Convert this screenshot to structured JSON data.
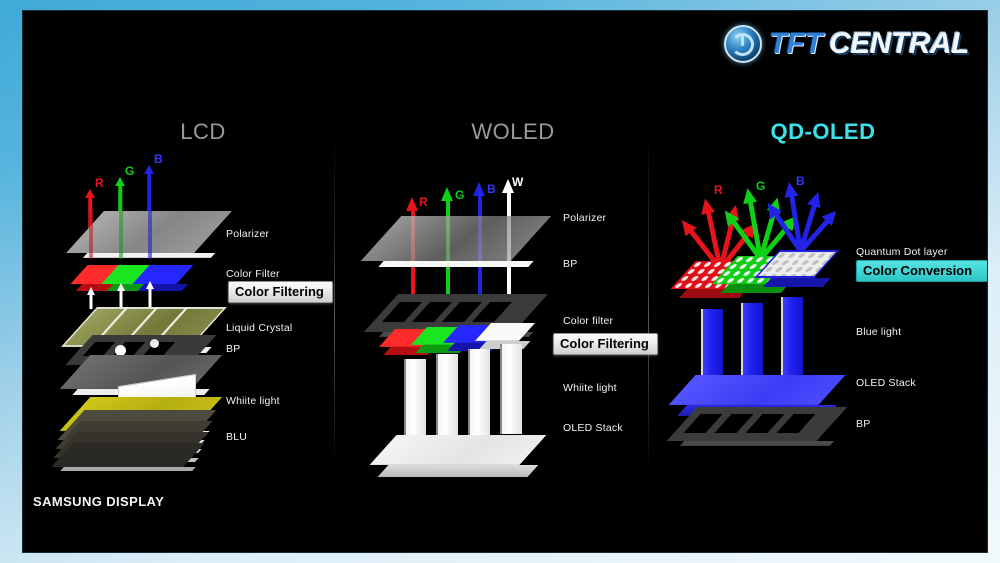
{
  "brand": {
    "logo_tft": "TFT",
    "logo_central": "CENTRAL",
    "power_icon": "power-icon"
  },
  "footer": {
    "source": "SAMSUNG DISPLAY"
  },
  "columns": [
    {
      "id": "lcd",
      "title": "LCD",
      "title_color": "#9a9a9a",
      "channels": [
        "R",
        "G",
        "B"
      ],
      "labels": [
        {
          "text": "Polarizer"
        },
        {
          "text": "Color Filter"
        },
        {
          "text": "Liquid Crystal"
        },
        {
          "text": "BP"
        },
        {
          "text": "Whiite light"
        },
        {
          "text": "BLU"
        }
      ],
      "badge": {
        "text": "Color Filtering",
        "style": "grey",
        "color": "#e8e8e8"
      }
    },
    {
      "id": "woled",
      "title": "WOLED",
      "title_color": "#9a9a9a",
      "channels": [
        "R",
        "G",
        "B",
        "W"
      ],
      "labels": [
        {
          "text": "Polarizer"
        },
        {
          "text": "BP"
        },
        {
          "text": "Color filter"
        },
        {
          "text": "Whiite light"
        },
        {
          "text": "OLED Stack"
        }
      ],
      "badge": {
        "text": "Color Filtering",
        "style": "grey",
        "color": "#e8e8e8"
      }
    },
    {
      "id": "qdoled",
      "title": "QD-OLED",
      "title_color": "#3ce0e8",
      "channels": [
        "R",
        "G",
        "B"
      ],
      "labels": [
        {
          "text": "Quantum Dot layer"
        },
        {
          "text": "Blue light"
        },
        {
          "text": "OLED Stack"
        },
        {
          "text": "BP"
        }
      ],
      "badge": {
        "text": "Color Conversion",
        "style": "cyan",
        "color": "#3fd4d4"
      }
    }
  ],
  "colors": {
    "red": "#e8141b",
    "green": "#0fd017",
    "blue": "#2020e8",
    "white": "#ffffff",
    "cyan_accent": "#3ce0e8",
    "background": "#000000",
    "frame_blue": "#3fa9d8"
  }
}
